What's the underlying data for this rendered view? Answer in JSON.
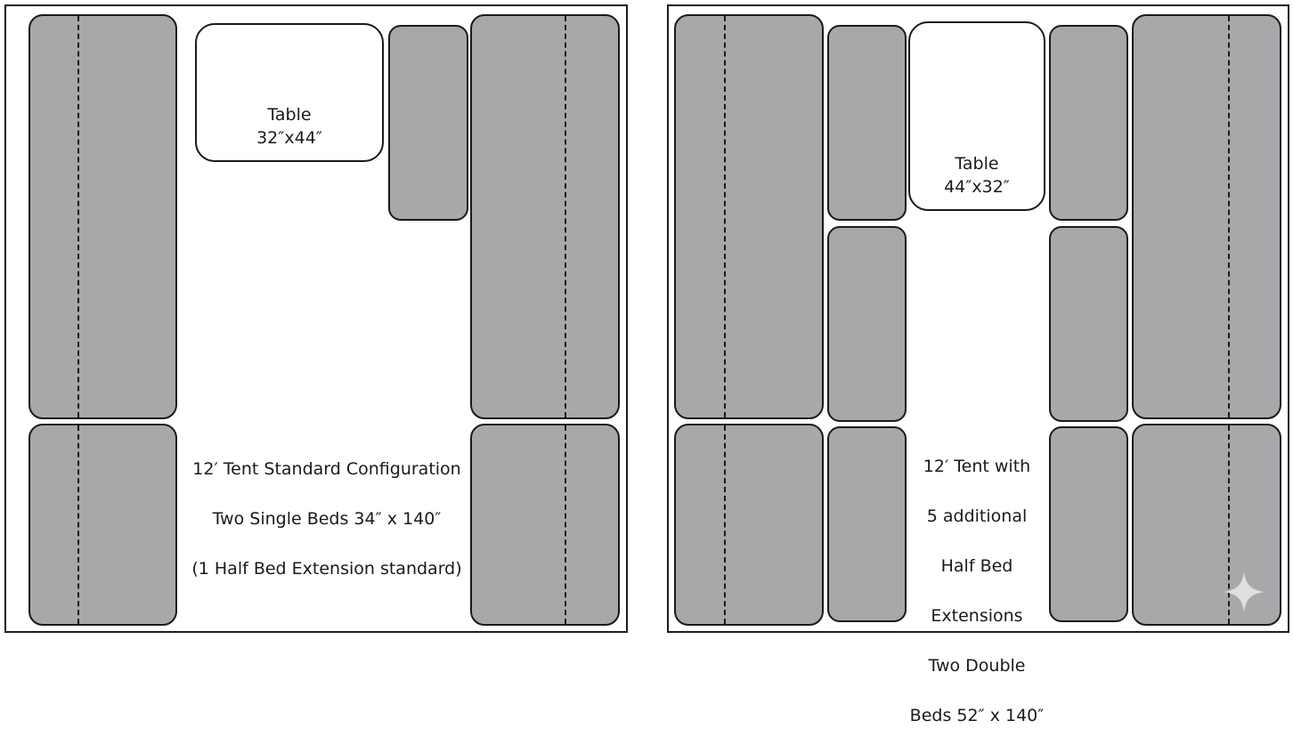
{
  "configurations": [
    {
      "id": "standard",
      "table": {
        "label": "Table",
        "size": "32″x44″"
      },
      "caption": [
        "12′ Tent Standard Configuration",
        "Two Single Beds 34″ x 140″",
        "(1 Half Bed Extension standard)"
      ]
    },
    {
      "id": "extended",
      "table": {
        "label": "Table",
        "size": "44″x32″"
      },
      "caption": [
        "12′ Tent with",
        "5 additional",
        "Half Bed",
        "Extensions",
        "Two Double",
        "Beds 52″ x 140″"
      ]
    }
  ],
  "colors": {
    "bed_fill": "#a8a8ab",
    "outline": "#1a1a1a",
    "background": "#ffffff"
  },
  "icons": [
    "sparkle-icon"
  ]
}
